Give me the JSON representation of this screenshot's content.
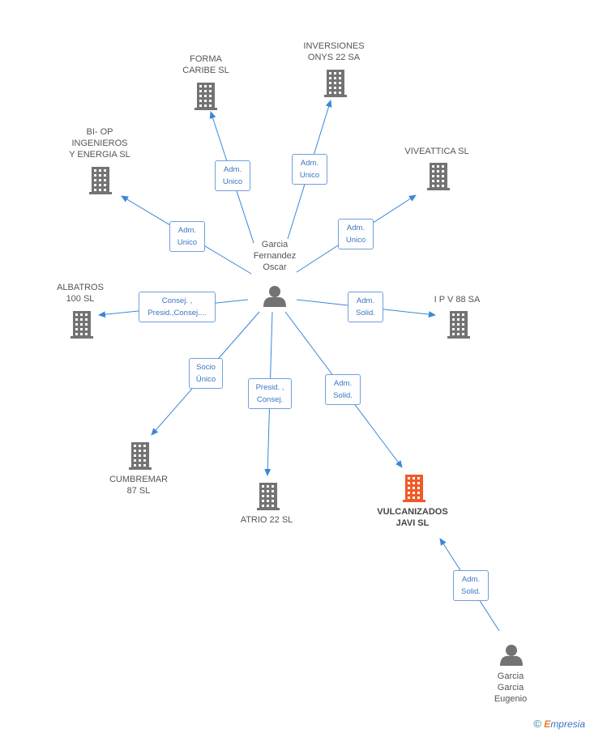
{
  "colors": {
    "edge": "#3a87d8",
    "building": "#737373",
    "building_main": "#f05a28",
    "person": "#737373"
  },
  "nodes": {
    "garcia_oscar": {
      "label": "Garcia\nFernandez\nOscar",
      "icon": "person-icon"
    },
    "forma_caribe": {
      "label": "FORMA\nCARIBE SL",
      "icon": "building-icon"
    },
    "inversiones_onys": {
      "label": "INVERSIONES\nONYS 22 SA",
      "icon": "building-icon"
    },
    "bi_op": {
      "label": "BI- OP\nINGENIEROS\nY ENERGIA  SL",
      "icon": "building-icon"
    },
    "viveattica": {
      "label": "VIVEATTICA  SL",
      "icon": "building-icon"
    },
    "albatros": {
      "label": "ALBATROS\n100  SL",
      "icon": "building-icon"
    },
    "ipv88": {
      "label": "I P V 88 SA",
      "icon": "building-icon"
    },
    "cumbremar": {
      "label": "CUMBREMAR\n87 SL",
      "icon": "building-icon"
    },
    "atrio22": {
      "label": "ATRIO 22  SL",
      "icon": "building-icon"
    },
    "vulcanizados": {
      "label": "VULCANIZADOS\nJAVI SL",
      "icon": "building-icon"
    },
    "garcia_eugenio": {
      "label": "Garcia\nGarcia\nEugenio",
      "icon": "person-icon"
    }
  },
  "edges": [
    {
      "id": "forma_caribe",
      "label": "Adm.\nUnico"
    },
    {
      "id": "inversiones_onys",
      "label": "Adm.\nUnico"
    },
    {
      "id": "bi_op",
      "label": "Adm.\nUnico"
    },
    {
      "id": "viveattica",
      "label": "Adm.\nUnico"
    },
    {
      "id": "albatros",
      "label": "Consej. ,\nPresid.,Consej...."
    },
    {
      "id": "ipv88",
      "label": "Adm.\nSolid."
    },
    {
      "id": "cumbremar",
      "label": "Socio\nÚnico"
    },
    {
      "id": "atrio22",
      "label": "Presid. ,\nConsej."
    },
    {
      "id": "vulcanizados",
      "label": "Adm.\nSolid."
    },
    {
      "id": "eugenio_vulcanizados",
      "label": "Adm.\nSolid."
    }
  ],
  "footer": {
    "copyright_symbol": "©",
    "brand_initial": "E",
    "brand_rest": "mpresia"
  }
}
